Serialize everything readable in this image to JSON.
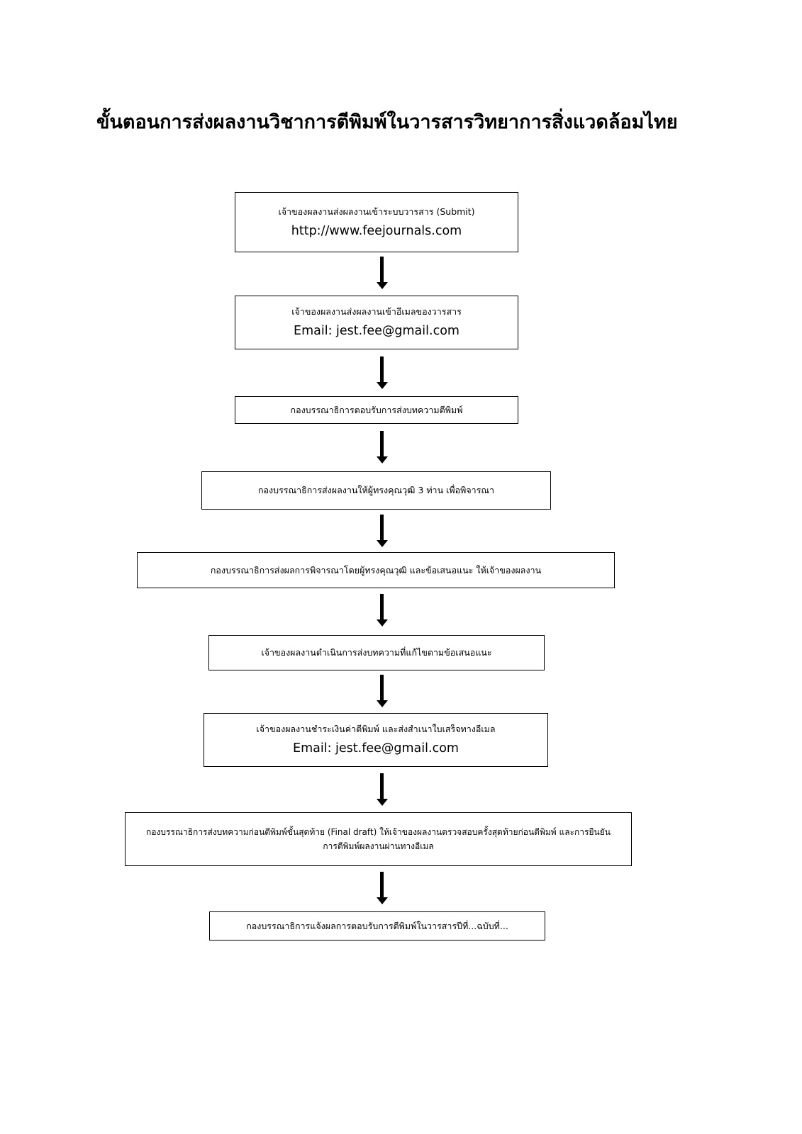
{
  "title": "ขั้นตอนการส่งผลงานวิชาการตีพิมพ์ในวารสารวิทยาการสิ่งแวดล้อมไทย",
  "steps": [
    {
      "line1": "เจ้าของผลงานส่งผลงานเข้าระบบวารสาร (Submit)",
      "line2": "http://www.feejournals.com"
    },
    {
      "line1": "เจ้าของผลงานส่งผลงานเข้าอีเมลของวารสาร",
      "line2": "Email: jest.fee@gmail.com"
    },
    {
      "line1": "กองบรรณาธิการตอบรับการส่งบทความตีพิมพ์"
    },
    {
      "line1": "กองบรรณาธิการส่งผลงานให้ผู้ทรงคุณวุฒิ 3 ท่าน เพื่อพิจารณา"
    },
    {
      "line1": "กองบรรณาธิการส่งผลการพิจารณาโดยผู้ทรงคุณวุฒิ และข้อเสนอแนะ ให้เจ้าของผลงาน"
    },
    {
      "line1": "เจ้าของผลงานดำเนินการส่งบทความที่แก้ไขตามข้อเสนอแนะ"
    },
    {
      "line1": "เจ้าของผลงานชำระเงินค่าตีพิมพ์ และส่งสำเนาใบเสร็จทางอีเมล",
      "line2": "Email: jest.fee@gmail.com"
    },
    {
      "line1": "กองบรรณาธิการส่งบทความก่อนตีพิมพ์ขั้นสุดท้าย (Final draft) ให้เจ้าของผลงานตรวจสอบครั้งสุดท้ายก่อนตีพิมพ์ และการยืนยัน",
      "line2": "การตีพิมพ์ผลงานผ่านทางอีเมล"
    },
    {
      "line1": "กองบรรณาธิการแจ้งผลการตอบรับการตีพิมพ์ในวารสารปีที่...ฉบับที่..."
    }
  ]
}
